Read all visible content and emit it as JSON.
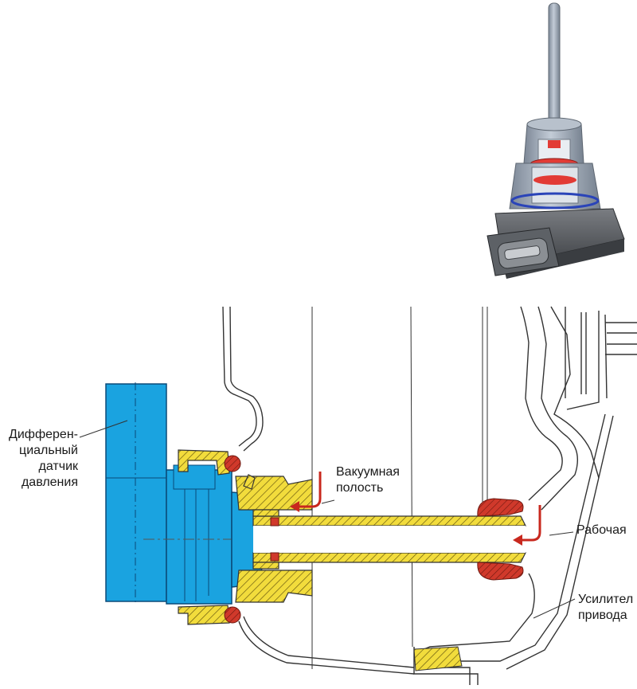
{
  "labels": {
    "sensor": [
      "Дифферен-",
      "циальный",
      "датчик",
      "давления"
    ],
    "vacuum": [
      "Вакуумная",
      "полость"
    ],
    "working": [
      "Рабочая"
    ],
    "booster": [
      "Усилител",
      "привода"
    ]
  },
  "colors": {
    "sensor_body": "#1aa3e0",
    "sensor_outline": "#0a4a78",
    "brass": "#f2dc3c",
    "seal": "#d0392b",
    "metal": "#a9b4c2",
    "line": "#333333",
    "arrow": "#c8281e"
  },
  "icons": {
    "vacuum_arrow": "arrow-icon",
    "working_arrow": "arrow-icon"
  }
}
